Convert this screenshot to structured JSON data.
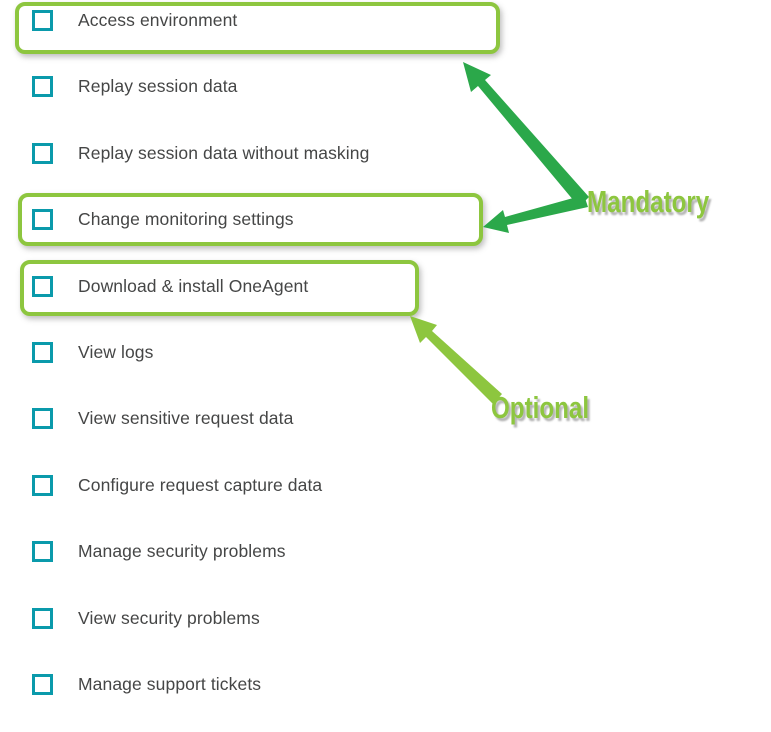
{
  "colors": {
    "checkbox_teal": "#0a9aab",
    "label_text": "#454646",
    "highlight_green": "#8dc63f",
    "arrow_dark_green": "#2ba84a",
    "arrow_light_green": "#8dc63f",
    "annotation_text_green": "#8dc63f",
    "background": "#ffffff"
  },
  "checklist": {
    "items": [
      {
        "label": "Access environment",
        "checked": false,
        "highlight": "mandatory"
      },
      {
        "label": "Replay session data",
        "checked": false,
        "highlight": null
      },
      {
        "label": "Replay session data without masking",
        "checked": false,
        "highlight": null
      },
      {
        "label": "Change monitoring settings",
        "checked": false,
        "highlight": "mandatory"
      },
      {
        "label": "Download & install OneAgent",
        "checked": false,
        "highlight": "optional"
      },
      {
        "label": "View logs",
        "checked": false,
        "highlight": null
      },
      {
        "label": "View sensitive request data",
        "checked": false,
        "highlight": null
      },
      {
        "label": "Configure request capture data",
        "checked": false,
        "highlight": null
      },
      {
        "label": "Manage security problems",
        "checked": false,
        "highlight": null
      },
      {
        "label": "View security problems",
        "checked": false,
        "highlight": null
      },
      {
        "label": "Manage support tickets",
        "checked": false,
        "highlight": null
      }
    ]
  },
  "annotations": {
    "mandatory_label": "Mandatory",
    "optional_label": "Optional"
  }
}
